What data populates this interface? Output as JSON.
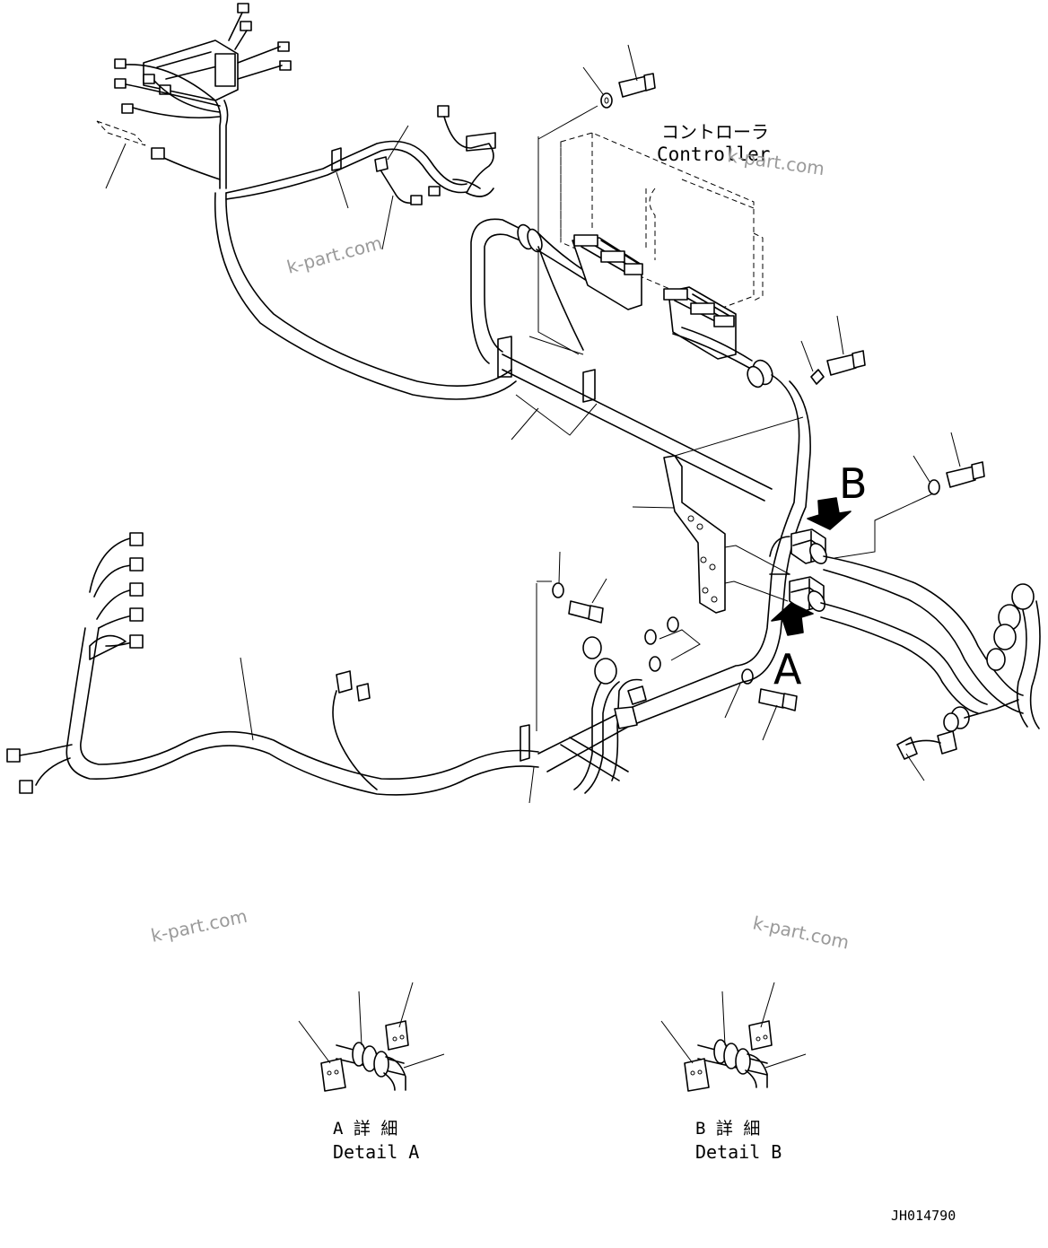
{
  "labels": {
    "controller_jp": "コントローラ",
    "controller_en": "Controller",
    "arrow_a": "A",
    "arrow_b": "B",
    "detail_a_jp": "A 詳 細",
    "detail_a_en": "Detail A",
    "detail_b_jp": "B 詳 細",
    "detail_b_en": "Detail B",
    "drawing_number": "JH014790"
  },
  "watermarks": [
    "k-part.com",
    "k-part.com",
    "k-part.com",
    "k-part.com"
  ]
}
